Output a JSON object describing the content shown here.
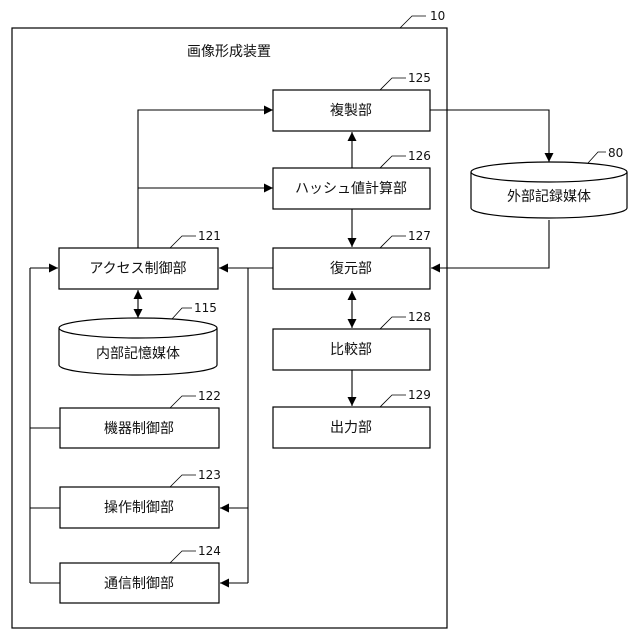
{
  "device": {
    "title": "画像形成装置",
    "ref": "10"
  },
  "blocks": {
    "copy": {
      "label": "複製部",
      "ref": "125"
    },
    "hash": {
      "label": "ハッシュ値計算部",
      "ref": "126"
    },
    "restore": {
      "label": "復元部",
      "ref": "127"
    },
    "compare": {
      "label": "比較部",
      "ref": "128"
    },
    "output": {
      "label": "出力部",
      "ref": "129"
    },
    "access": {
      "label": "アクセス制御部",
      "ref": "121"
    },
    "device_ctrl": {
      "label": "機器制御部",
      "ref": "122"
    },
    "operation_ctrl": {
      "label": "操作制御部",
      "ref": "123"
    },
    "comm_ctrl": {
      "label": "通信制御部",
      "ref": "124"
    }
  },
  "storage": {
    "internal": {
      "label": "内部記憶媒体",
      "ref": "115"
    },
    "external": {
      "label": "外部記録媒体",
      "ref": "80"
    }
  }
}
